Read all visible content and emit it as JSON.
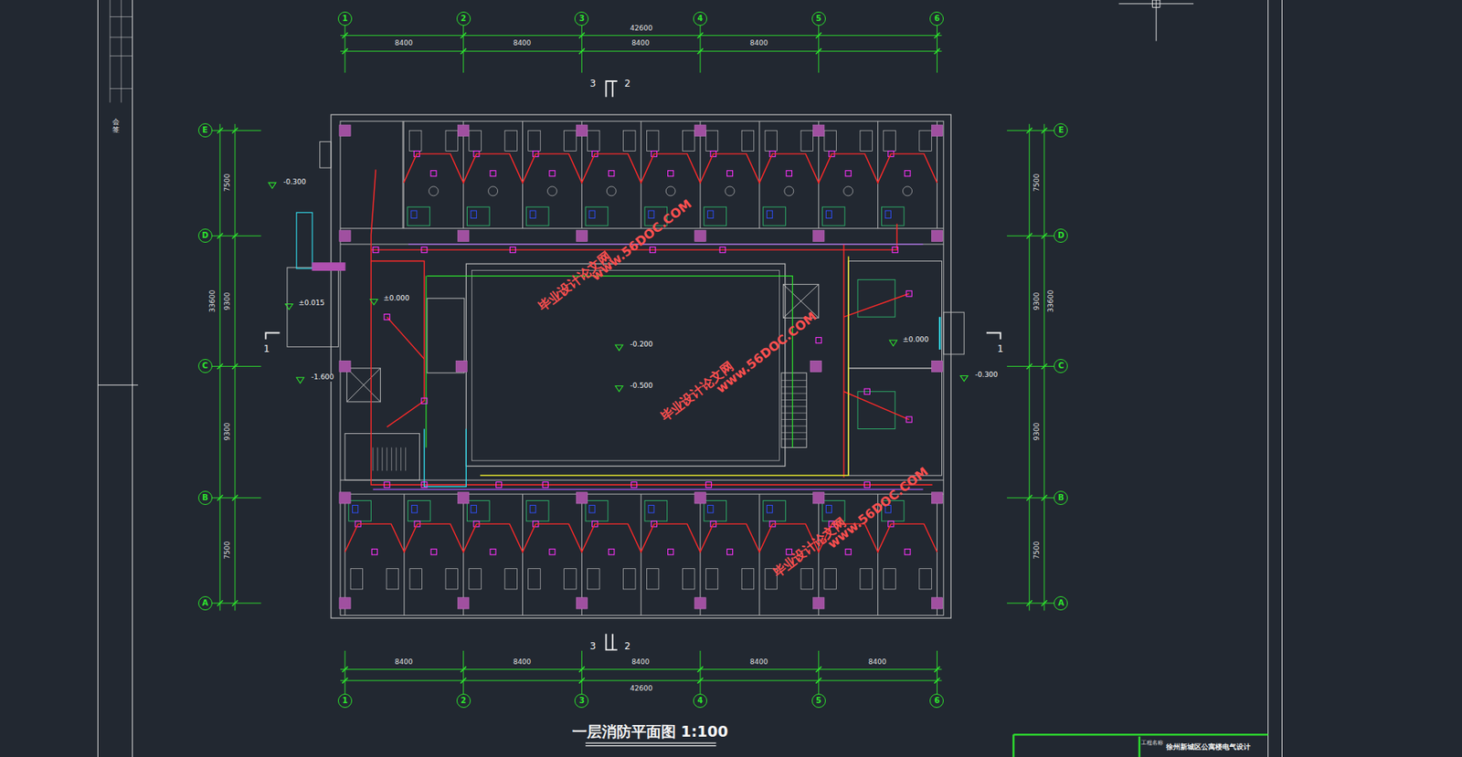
{
  "diagram": {
    "title": "一层消防平面图 1:100",
    "nodes": [
      {
        "text": [
          "1"
        ]
      },
      {
        "text": [
          "2"
        ]
      },
      {
        "text": [
          "3"
        ]
      },
      {
        "text": [
          "4"
        ]
      },
      {
        "text": [
          "5"
        ]
      },
      {
        "text": [
          "6"
        ]
      },
      {
        "text": [
          "E"
        ]
      },
      {
        "text": [
          "D"
        ]
      },
      {
        "text": [
          "C"
        ]
      },
      {
        "text": [
          "B"
        ]
      },
      {
        "text": [
          "A"
        ]
      },
      {
        "text": [
          "E"
        ]
      },
      {
        "text": [
          "D"
        ]
      },
      {
        "text": [
          "C"
        ]
      },
      {
        "text": [
          "B"
        ]
      },
      {
        "text": [
          "A"
        ]
      },
      {
        "text": [
          "1"
        ]
      },
      {
        "text": [
          "2"
        ]
      },
      {
        "text": [
          "3"
        ]
      },
      {
        "text": [
          "4"
        ]
      },
      {
        "text": [
          "5"
        ]
      },
      {
        "text": [
          "6"
        ]
      }
    ],
    "labels": [
      "42600",
      "8400",
      "8400",
      "8400",
      "8400",
      "42600",
      "8400",
      "8400",
      "8400",
      "8400",
      "8400",
      "7500",
      "9300",
      "9300",
      "7500",
      "33600",
      "7500",
      "9300",
      "9300",
      "7500",
      "33600",
      "3",
      "2",
      "3",
      "2",
      "1",
      "1",
      "-0.300",
      "±0.015",
      "±0.000",
      "-1.600",
      "±0.000",
      "-0.300",
      "-0.200",
      "-0.500",
      "毕业设计论文网",
      "www.56DOC.COM",
      "毕业设计论文网",
      "www.56DOC.COM",
      "毕业设计论文网",
      "www.56DOC.COM",
      "会签",
      "工程名称",
      "徐州新城区公寓楼电气设计"
    ]
  }
}
